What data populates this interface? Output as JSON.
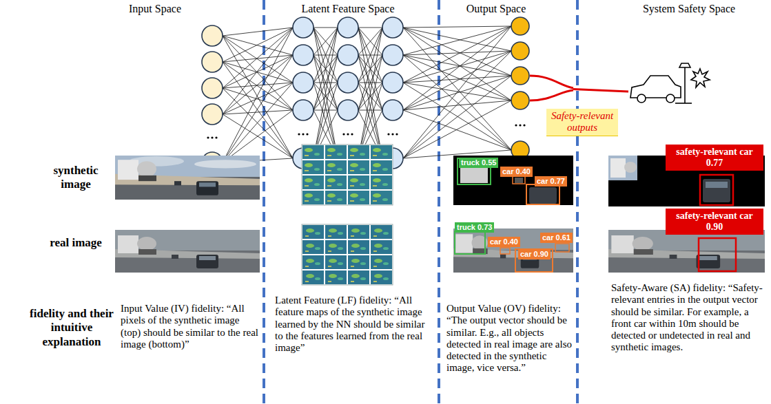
{
  "diagram": {
    "nodes": [
      {
        "text": [
          "Safety-relevant outputs"
        ]
      },
      {
        "text": [
          "truck 0.55"
        ]
      },
      {
        "text": [
          "car 0.40"
        ]
      },
      {
        "text": [
          "car 0.77"
        ]
      },
      {
        "text": [
          "safety-relevant car 0.77"
        ]
      },
      {
        "text": [
          "truck 0.73"
        ]
      },
      {
        "text": [
          "car 0.40"
        ]
      },
      {
        "text": [
          "car 0.61"
        ]
      },
      {
        "text": [
          "car 0.90"
        ]
      },
      {
        "text": [
          "safety-relevant car 0.90"
        ]
      }
    ],
    "labels": [
      "Input Space",
      "Latent Feature Space",
      "Output Space",
      "System Safety Space",
      "synthetic image",
      "real image",
      "fidelity and their intuitive explanation",
      "Input Value (IV) fidelity: “All pixels of the synthetic image (top) should be similar to the real image (bottom)”",
      "Latent Feature (LF) fidelity: “All feature maps of the synthetic image learned by the NN should be similar to the features learned from the real image”",
      "Output Value (OV) fidelity: “The output vector should be similar. E.g., all objects detected in real image are also detected in the synthetic image, vice versa.”",
      "Safety-Aware (SA) fidelity: “Safety-relevant entries in the output vector should be similar. For example, a front car within 10m should be detected or undetected in real and synthetic images."
    ]
  }
}
